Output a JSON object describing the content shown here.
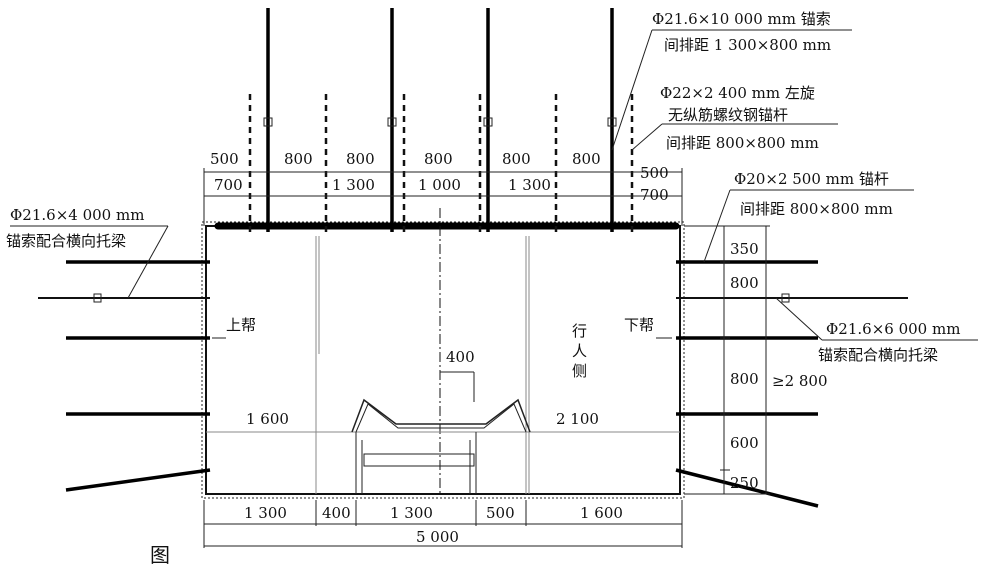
{
  "annotations": {
    "cable_top_1": "Φ21.6×10 000 mm 锚索",
    "cable_top_2": "间排距 1 300×800 mm",
    "bolt_left_1": "Φ22×2 400 mm 左旋",
    "bolt_left_2": "无纵筋螺纹钢锚杆",
    "bolt_left_3": "间排距 800×800 mm",
    "bolt_right_1": "Φ20×2 500 mm 锚杆",
    "bolt_right_2": "间排距 800×800 mm",
    "cable_left_1": "Φ21.6×4 000 mm",
    "cable_left_2": "锚索配合横向托梁",
    "cable_right_1": "Φ21.6×6 000 mm",
    "cable_right_2": "锚索配合横向托梁",
    "upper_rib": "上帮",
    "lower_rib": "下帮",
    "walkway": [
      "行",
      "人",
      "侧"
    ],
    "width_left": "1 600",
    "width_right": "2 100",
    "conveyor_offset": "400"
  },
  "top_dims_upper": [
    "500",
    "800",
    "800",
    "800",
    "800",
    "800",
    "500"
  ],
  "top_dims_lower": [
    "700",
    "1 300",
    "1 000",
    "1 300",
    "700"
  ],
  "bottom_dims": [
    "1 300",
    "400",
    "1 300",
    "500",
    "1 600"
  ],
  "bottom_total": "5 000",
  "right_dims": [
    "350",
    "800",
    "800",
    "600",
    "250"
  ],
  "height_total": "≥2 800",
  "caption": "图"
}
